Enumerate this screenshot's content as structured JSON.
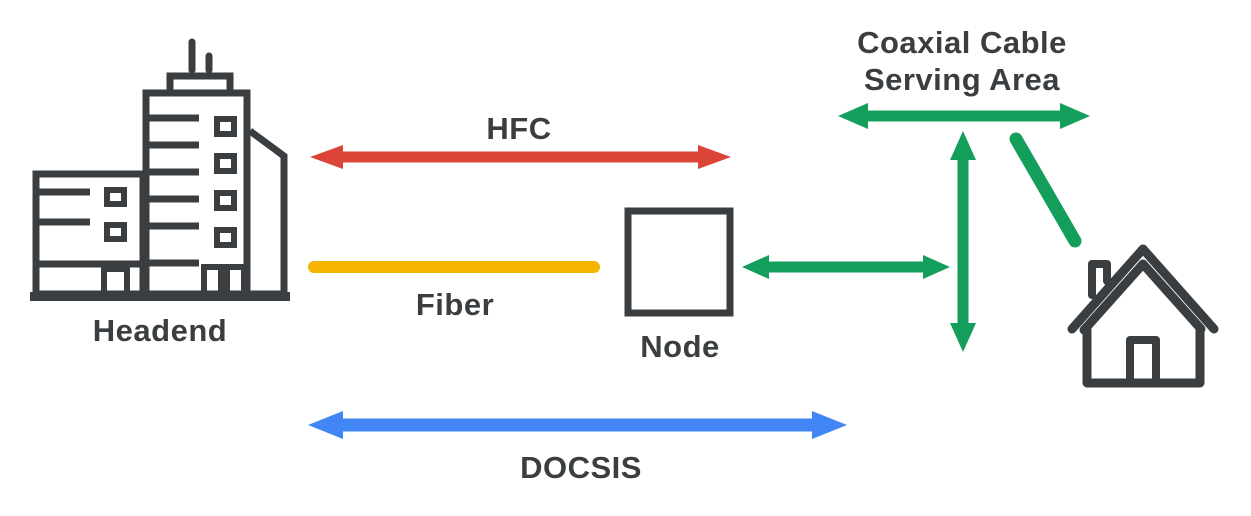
{
  "labels": {
    "headend": "Headend",
    "hfc": "HFC",
    "fiber": "Fiber",
    "node": "Node",
    "coax_line1": "Coaxial Cable",
    "coax_line2": "Serving Area",
    "docsis": "DOCSIS"
  },
  "colors": {
    "ink": "#3A3E41",
    "hfc_red": "#DB4437",
    "fiber_yellow": "#F4B400",
    "coax_green": "#149E5C",
    "docsis_blue": "#4285F4",
    "background": "#FFFFFF"
  }
}
